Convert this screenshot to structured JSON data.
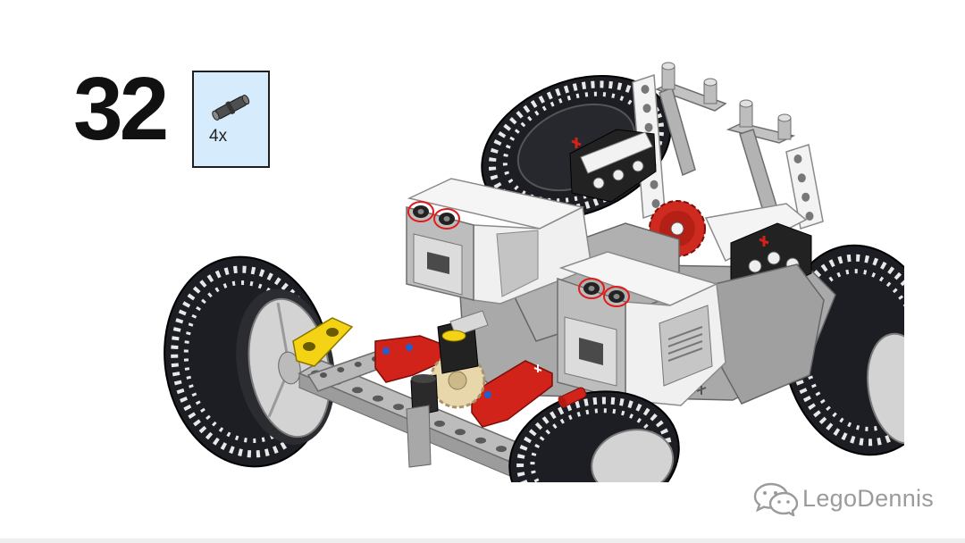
{
  "step": {
    "number": "32"
  },
  "parts_callout": {
    "quantity": "4x",
    "part_icon": "connector-pin-icon"
  },
  "watermark": {
    "text": "LegoDennis",
    "icon": "wechat-icon"
  },
  "colors": {
    "callout_background": "#d6ebfb",
    "highlight": "#e21b1b",
    "watermark": "#9b9b9b"
  }
}
